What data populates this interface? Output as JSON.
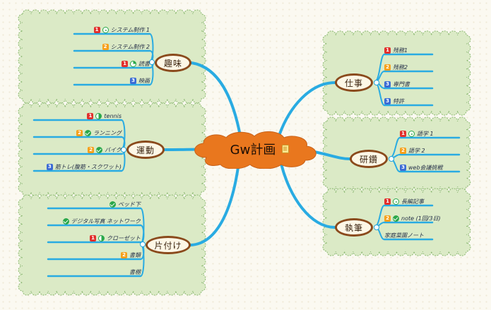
{
  "central": {
    "title": "Gw計画",
    "note_icon": "note-icon"
  },
  "colors": {
    "connector": "#29abe2",
    "region_fill": "#dbeac6",
    "region_border": "#8ab870",
    "branch_border": "#8a4a1c",
    "central_fill": "#e9771e",
    "p1": "#e2302d",
    "p2": "#f6a01b",
    "p3": "#3b6bd4",
    "done": "#2aa84a"
  },
  "branches": {
    "hobby": {
      "label": "趣味",
      "items": [
        {
          "text": "システム制作 1",
          "priority": "1",
          "status": "clock"
        },
        {
          "text": "システム制作 2",
          "priority": "2",
          "status": ""
        },
        {
          "text": "読書",
          "priority": "1",
          "status": "quarter"
        },
        {
          "text": "映画",
          "priority": "3",
          "status": ""
        }
      ]
    },
    "exercise": {
      "label": "運動",
      "items": [
        {
          "text": "tennis",
          "priority": "1",
          "status": "half"
        },
        {
          "text": "ランニング",
          "priority": "2",
          "status": "check"
        },
        {
          "text": "バイク",
          "priority": "2",
          "status": "check"
        },
        {
          "text": "筋トレ(腹筋・スクワット)",
          "priority": "3",
          "status": ""
        }
      ]
    },
    "tidy": {
      "label": "片付け",
      "items": [
        {
          "text": "ベッド下",
          "priority": "",
          "status": "check"
        },
        {
          "text": "デジタル写真 ネットワーク",
          "priority": "",
          "status": "check"
        },
        {
          "text": "クローゼット",
          "priority": "1",
          "status": "half"
        },
        {
          "text": "書類",
          "priority": "2",
          "status": ""
        },
        {
          "text": "書棚",
          "priority": "",
          "status": ""
        }
      ]
    },
    "work": {
      "label": "仕事",
      "items": [
        {
          "text": "残務1",
          "priority": "1",
          "status": ""
        },
        {
          "text": "残務2",
          "priority": "2",
          "status": ""
        },
        {
          "text": "専門書",
          "priority": "3",
          "status": ""
        },
        {
          "text": "特許",
          "priority": "3",
          "status": ""
        }
      ]
    },
    "study": {
      "label": "研鑽",
      "items": [
        {
          "text": "語学 1",
          "priority": "1",
          "status": "clock"
        },
        {
          "text": "語学 2",
          "priority": "2",
          "status": ""
        },
        {
          "text": "web会議挑戦",
          "priority": "3",
          "status": ""
        }
      ]
    },
    "writing": {
      "label": "執筆",
      "items": [
        {
          "text": "長編記事",
          "priority": "1",
          "status": "clock"
        },
        {
          "text": "note (1回/3日)",
          "priority": "2",
          "status": "check"
        },
        {
          "text": "家庭菜園ノート",
          "priority": "",
          "status": ""
        }
      ]
    }
  }
}
